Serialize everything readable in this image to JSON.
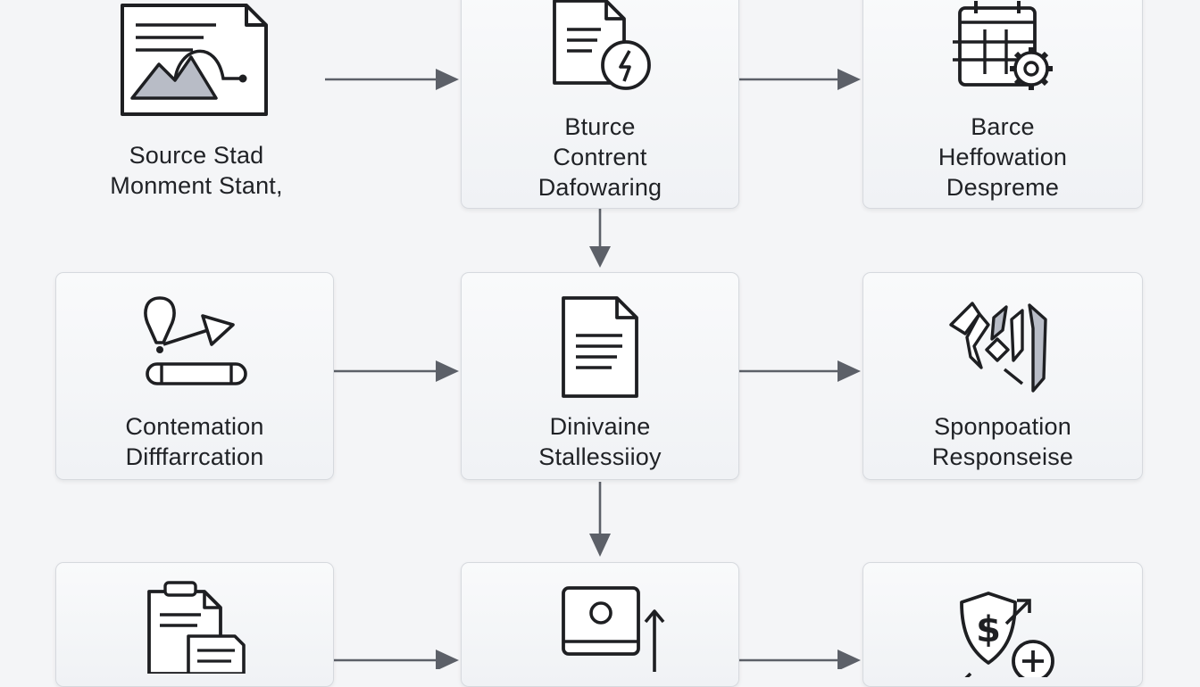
{
  "nodes": [
    {
      "id": "source",
      "line1": "Source Stad",
      "line2": "Monment Stant,",
      "icon": "image-document-icon"
    },
    {
      "id": "content",
      "line1": "Btu​rce",
      "line2": "Contrent",
      "line3": "Dafowaring",
      "icon": "document-lightning-icon"
    },
    {
      "id": "barce",
      "line1": "Barce",
      "line2": "Heffowation",
      "line3": "Despreme",
      "icon": "calendar-gear-icon"
    },
    {
      "id": "contemation",
      "line1": "Contemation",
      "line2": "Difffarrcation",
      "icon": "flag-pipeline-icon"
    },
    {
      "id": "dinivaine",
      "line1": "Dinivaine",
      "line2": "Stallessiioy",
      "icon": "document-icon"
    },
    {
      "id": "sponpoation",
      "line1": "Sponpoation",
      "line2": "Responseise",
      "icon": "angular-shapes-icon"
    },
    {
      "id": "clipboard",
      "icon": "clipboard-documents-icon"
    },
    {
      "id": "monitor",
      "icon": "monitor-upload-icon"
    },
    {
      "id": "shield",
      "icon": "shield-dollar-plus-icon"
    }
  ],
  "colors": {
    "background": "#f4f5f7",
    "card": "#f3f4f6",
    "border": "#d6d9de",
    "arrow": "#5c6068",
    "icon": "#1e1f22",
    "icon_fill": "#b8bcc6"
  }
}
